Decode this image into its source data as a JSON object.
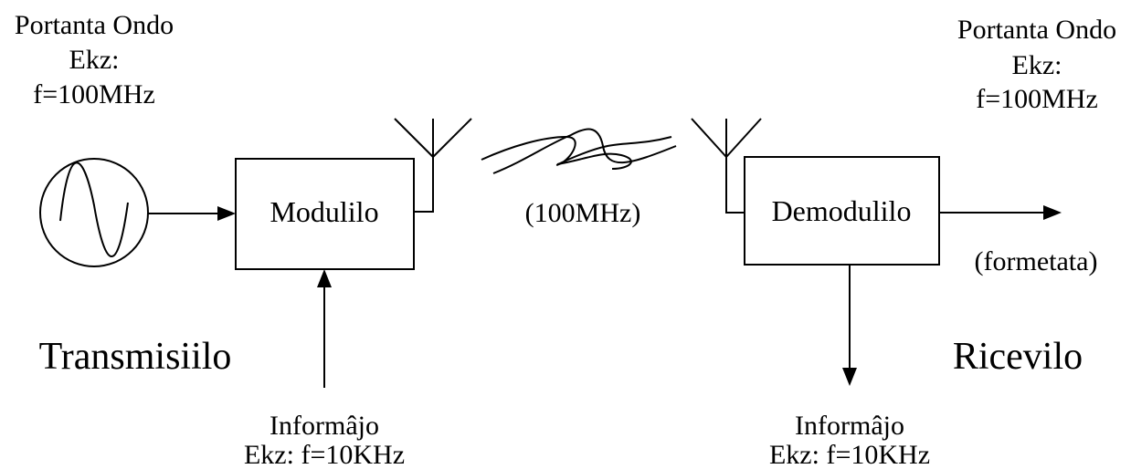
{
  "carrier_left": {
    "line1": "Portanta Ondo",
    "line2": "Ekz:",
    "line3": "f=100MHz"
  },
  "carrier_right": {
    "line1": "Portanta Ondo",
    "line2": "Ekz:",
    "line3": "f=100MHz"
  },
  "modulator_label": "Modulilo",
  "demodulator_label": "Demodulilo",
  "channel_label": "(100MHz)",
  "output_label": "(formetata)",
  "transmitter_label": "Transmisiilo",
  "receiver_label": "Ricevilo",
  "info_left": {
    "line1": "Informâjo",
    "line2": "Ekz: f=10KHz"
  },
  "info_right": {
    "line1": "Informâjo",
    "line2": "Ekz: f=10KHz"
  }
}
